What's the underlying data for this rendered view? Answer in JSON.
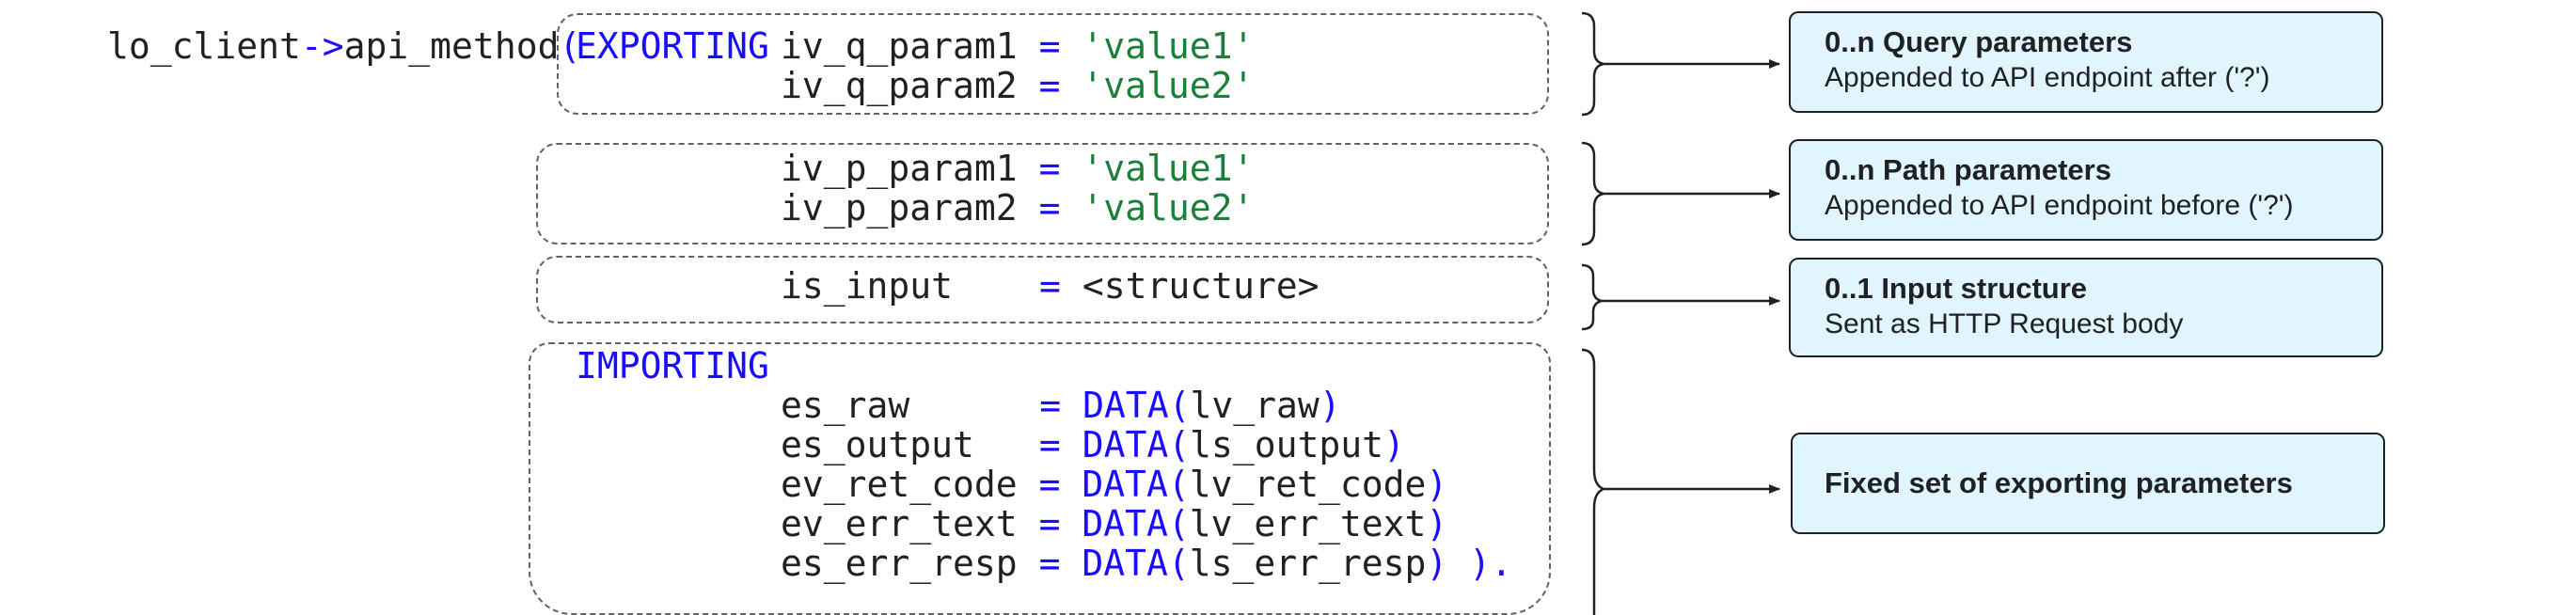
{
  "header": {
    "call_prefix": "lo_client",
    "arrow": "->",
    "method": "api_method",
    "paren_open": "("
  },
  "exporting": {
    "keyword": "EXPORTING",
    "rows": [
      {
        "name": "iv_q_param1",
        "eq": "=",
        "value": "'value1'"
      },
      {
        "name": "iv_q_param2",
        "eq": "=",
        "value": "'value2'"
      }
    ]
  },
  "path_params": {
    "rows": [
      {
        "name": "iv_p_param1",
        "eq": "=",
        "value": "'value1'"
      },
      {
        "name": "iv_p_param2",
        "eq": "=",
        "value": "'value2'"
      }
    ]
  },
  "input": {
    "rows": [
      {
        "name": "is_input",
        "eq": "=",
        "value": "<structure>"
      }
    ]
  },
  "importing": {
    "keyword": "IMPORTING",
    "rows": [
      {
        "name": "es_raw",
        "eq": "=",
        "fn": "DATA(",
        "arg": "lv_raw",
        "close": ")"
      },
      {
        "name": "es_output",
        "eq": "=",
        "fn": "DATA(",
        "arg": "ls_output",
        "close": ")"
      },
      {
        "name": "ev_ret_code",
        "eq": "=",
        "fn": "DATA(",
        "arg": "lv_ret_code",
        "close": ")"
      },
      {
        "name": "ev_err_text",
        "eq": "=",
        "fn": "DATA(",
        "arg": "lv_err_text",
        "close": ")"
      },
      {
        "name": "es_err_resp",
        "eq": "=",
        "fn": "DATA(",
        "arg": "ls_err_resp",
        "close": ") )."
      }
    ]
  },
  "callouts": [
    {
      "title": "0..n Query parameters",
      "subtitle": "Appended to API endpoint after ('?')"
    },
    {
      "title": "0..n Path parameters",
      "subtitle": "Appended to API endpoint before ('?')"
    },
    {
      "title": "0..1 Input structure",
      "subtitle": "Sent as HTTP Request body"
    },
    {
      "title": "Fixed set of exporting parameters"
    }
  ],
  "colors": {
    "keyword": "#1a0dff",
    "string": "#188038",
    "callout_fill": "#e1f5fe",
    "text": "#202124"
  }
}
